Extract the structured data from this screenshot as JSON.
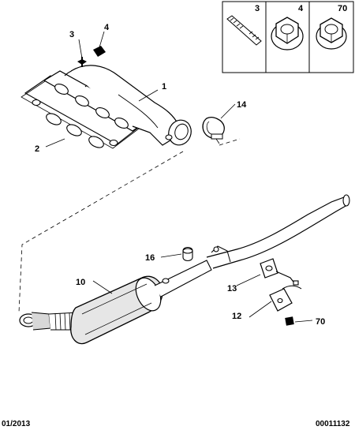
{
  "callouts": {
    "p1": "1",
    "p2": "2",
    "p3": "3",
    "p4": "4",
    "p10": "10",
    "p12": "12",
    "p13": "13",
    "p14": "14",
    "p16": "16",
    "p70": "70"
  },
  "inset": {
    "c3": "3",
    "c4": "4",
    "c70": "70"
  },
  "footer": {
    "date": "01/2013",
    "ref": "00011132"
  }
}
